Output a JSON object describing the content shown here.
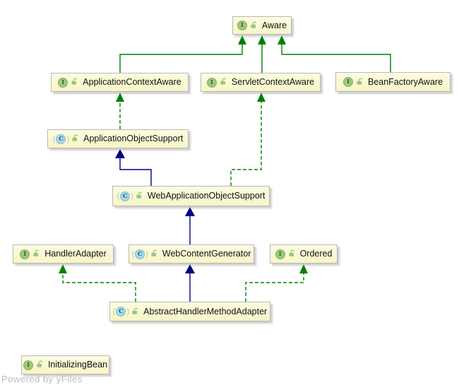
{
  "diagram": {
    "title": "UML inheritance diagram (Spring MVC adapter classes)",
    "watermark": "Powered by yFiles",
    "icon_letters": {
      "interface": "I",
      "class": "C"
    },
    "colors": {
      "realization_edge": "#008000",
      "inheritance_edge": "#000080",
      "node_fill": "#f9f6c8",
      "node_border": "#b9b9b9",
      "interface_icon_bg": "#9cc87e",
      "class_icon_bg": "#a6d9e8",
      "lock_icon": "#9bc77d",
      "watermark_text": "#bcbcbc"
    },
    "nodes": [
      {
        "label": "Aware",
        "kind": "interface"
      },
      {
        "label": "ApplicationContextAware",
        "kind": "interface"
      },
      {
        "label": "ServletContextAware",
        "kind": "interface"
      },
      {
        "label": "BeanFactoryAware",
        "kind": "interface"
      },
      {
        "label": "ApplicationObjectSupport",
        "kind": "class"
      },
      {
        "label": "WebApplicationObjectSupport",
        "kind": "class"
      },
      {
        "label": "HandlerAdapter",
        "kind": "interface"
      },
      {
        "label": "WebContentGenerator",
        "kind": "class"
      },
      {
        "label": "Ordered",
        "kind": "interface"
      },
      {
        "label": "AbstractHandlerMethodAdapter",
        "kind": "class"
      },
      {
        "label": "InitializingBean",
        "kind": "interface"
      }
    ],
    "edges": [
      {
        "from": "ApplicationContextAware",
        "to": "Aware",
        "type": "extends",
        "style": "green-solid"
      },
      {
        "from": "ServletContextAware",
        "to": "Aware",
        "type": "extends",
        "style": "green-solid"
      },
      {
        "from": "BeanFactoryAware",
        "to": "Aware",
        "type": "extends",
        "style": "green-solid"
      },
      {
        "from": "ApplicationObjectSupport",
        "to": "ApplicationContextAware",
        "type": "implements",
        "style": "green-dashed"
      },
      {
        "from": "WebApplicationObjectSupport",
        "to": "ApplicationObjectSupport",
        "type": "extends",
        "style": "blue-solid"
      },
      {
        "from": "WebApplicationObjectSupport",
        "to": "ServletContextAware",
        "type": "implements",
        "style": "green-dashed"
      },
      {
        "from": "WebContentGenerator",
        "to": "WebApplicationObjectSupport",
        "type": "extends",
        "style": "blue-solid"
      },
      {
        "from": "AbstractHandlerMethodAdapter",
        "to": "HandlerAdapter",
        "type": "implements",
        "style": "green-dashed"
      },
      {
        "from": "AbstractHandlerMethodAdapter",
        "to": "WebContentGenerator",
        "type": "extends",
        "style": "blue-solid"
      },
      {
        "from": "AbstractHandlerMethodAdapter",
        "to": "Ordered",
        "type": "implements",
        "style": "green-dashed"
      }
    ]
  }
}
